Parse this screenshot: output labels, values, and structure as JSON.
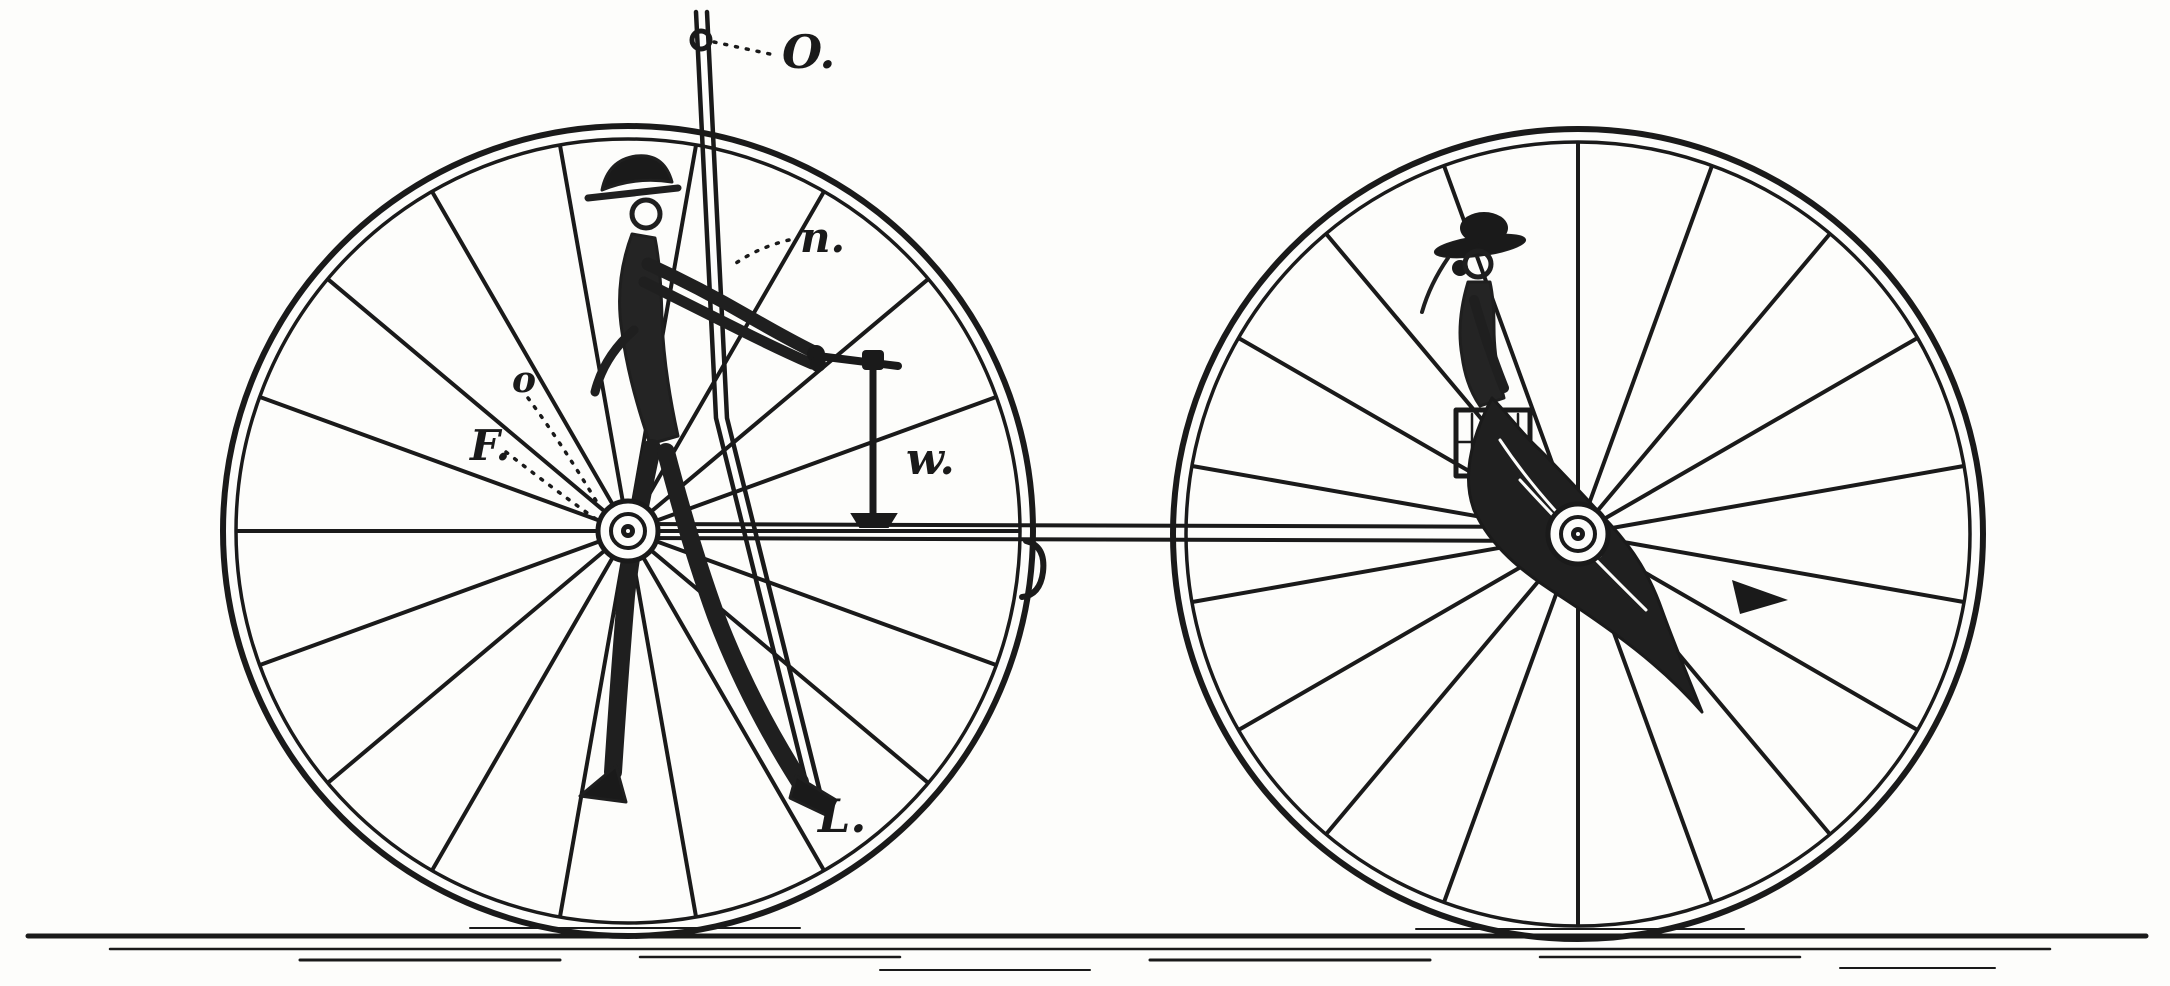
{
  "page": {
    "background": "#fdfdfb",
    "ink": "#1a1a1a"
  },
  "labels": {
    "cord_top": "O.",
    "lever": "n.",
    "hub_small": "o",
    "hub": "F.",
    "winch": "w.",
    "lever_end": "L."
  }
}
